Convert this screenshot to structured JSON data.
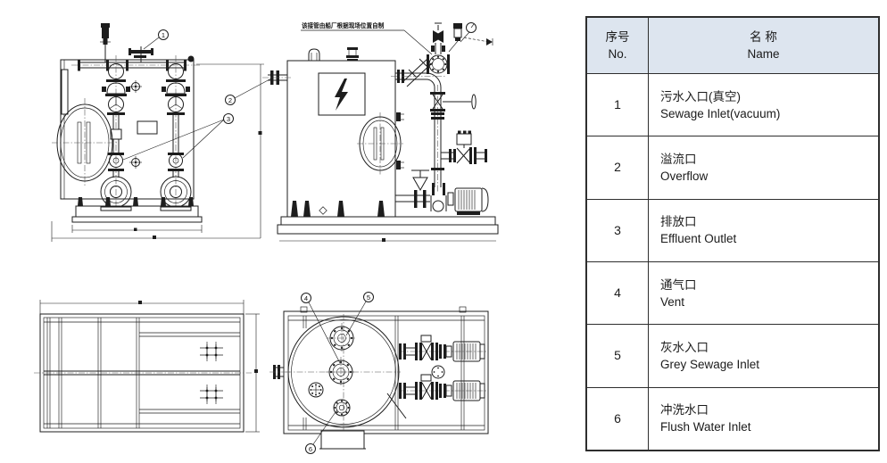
{
  "drawings": {
    "annotation_note": "该接管由船厂根据现场位置自制",
    "callouts": [
      {
        "label": "1"
      },
      {
        "label": "2"
      },
      {
        "label": "3"
      },
      {
        "label": "4"
      },
      {
        "label": "5"
      },
      {
        "label": "6"
      }
    ]
  },
  "table": {
    "header": {
      "no_zh": "序号",
      "no_en": "No.",
      "name_zh": "名 称",
      "name_en": "Name"
    },
    "rows": [
      {
        "no": "1",
        "zh": "污水入口(真空)",
        "en": "Sewage Inlet(vacuum)"
      },
      {
        "no": "2",
        "zh": "溢流口",
        "en": "Overflow"
      },
      {
        "no": "3",
        "zh": "排放口",
        "en": "Effluent Outlet"
      },
      {
        "no": "4",
        "zh": "通气口",
        "en": "Vent"
      },
      {
        "no": "5",
        "zh": "灰水入口",
        "en": "Grey Sewage Inlet"
      },
      {
        "no": "6",
        "zh": "冲洗水口",
        "en": "Flush Water Inlet"
      }
    ]
  },
  "colors": {
    "line": "#1d1d1d",
    "background": "#ffffff",
    "table_header_bg": "#dde5ef",
    "table_border": "#2e2e2e"
  }
}
